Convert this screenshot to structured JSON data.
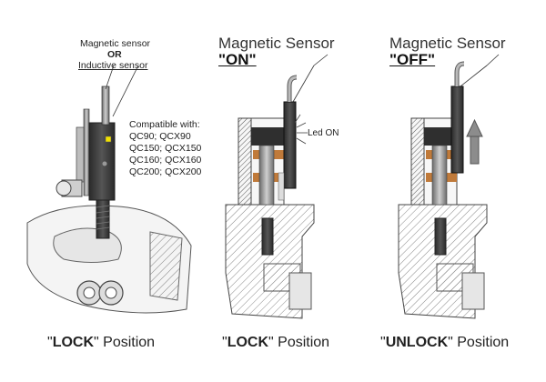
{
  "panel_left": {
    "sensor_line1": "Magnetic sensor",
    "sensor_line2": "OR",
    "sensor_line3": "Inductive sensor",
    "compatible_title": "Compatible with:",
    "compatible_lines": [
      "QC90; QCX90",
      "QC150; QCX150",
      "QC160; QCX160",
      "QC200; QCX200"
    ],
    "caption_open_quote": "\"",
    "caption_bold": "LOCK",
    "caption_rest": "\" Position"
  },
  "panel_middle": {
    "title": "Magnetic Sensor",
    "state": "\"ON\"",
    "led_label": "Led ON",
    "caption_open_quote": "\"",
    "caption_bold": "LOCK",
    "caption_rest": "\" Position"
  },
  "panel_right": {
    "title": "Magnetic Sensor",
    "state": "\"OFF\"",
    "caption_open_quote": "\"",
    "caption_bold": "UNLOCK",
    "caption_rest": "\" Position"
  },
  "colors": {
    "led_yellow": "#f2e200",
    "metal_gray": "#8c8c8c",
    "dark_gray": "#3a3a3a",
    "copper": "#c07a3a"
  }
}
